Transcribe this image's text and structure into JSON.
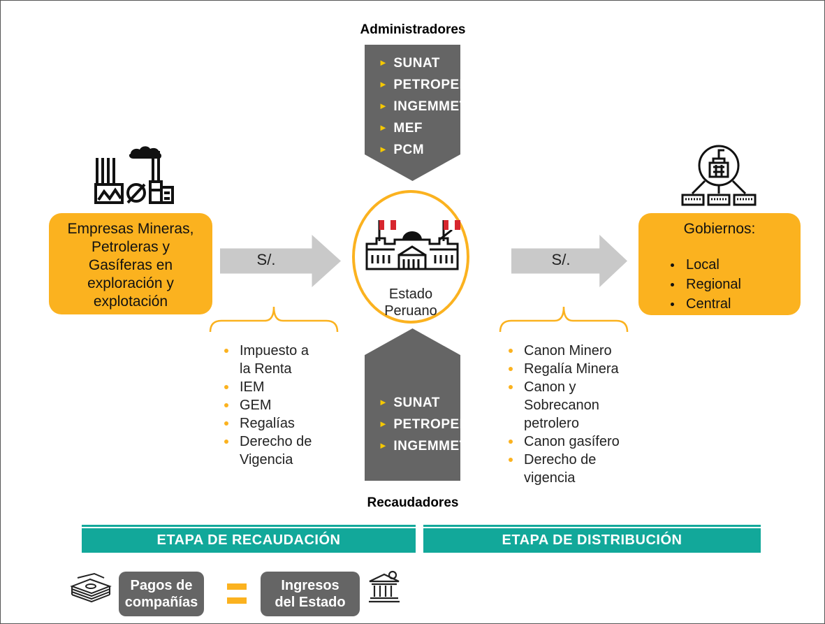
{
  "administradores": {
    "heading": "Administradores",
    "items": [
      "SUNAT",
      "PETROPERÚ",
      "INGEMMET",
      "MEF",
      "PCM"
    ]
  },
  "recaudadores": {
    "heading": "Recaudadores",
    "items": [
      "SUNAT",
      "PETROPERÚ",
      "INGEMMET"
    ]
  },
  "empresas": {
    "lines": [
      "Empresas Mineras,",
      "Petroleras y",
      "Gasíferas en",
      "exploración y",
      "explotación"
    ]
  },
  "estado": {
    "lines": [
      "Estado",
      "Peruano"
    ]
  },
  "gobiernos": {
    "title": "Gobiernos:",
    "items": [
      "Local",
      "Regional",
      "Central"
    ]
  },
  "arrows": {
    "left_label": "S/.",
    "right_label": "S/."
  },
  "recaudacion_items": [
    [
      "Impuesto a",
      "la Renta"
    ],
    [
      "IEM"
    ],
    [
      "GEM"
    ],
    [
      "Regalías"
    ],
    [
      "Derecho de",
      "Vigencia"
    ]
  ],
  "distribucion_items": [
    [
      "Canon Minero"
    ],
    [
      "Regalía Minera"
    ],
    [
      "Canon y",
      "Sobrecanon",
      "petrolero"
    ],
    [
      "Canon gasífero"
    ],
    [
      "Derecho de",
      "vigencia"
    ]
  ],
  "stages": {
    "recaudacion": "ETAPA DE RECAUDACIÓN",
    "distribucion": "ETAPA DE DISTRIBUCIÓN"
  },
  "equation": {
    "left": [
      "Pagos de",
      "compañías"
    ],
    "right": [
      "Ingresos",
      "del Estado"
    ]
  },
  "colors": {
    "orange": "#fbb21f",
    "dark_gray": "#656565",
    "light_gray": "#c9c9c9",
    "teal": "#12a89a",
    "yellow_marker": "#f5c800",
    "flag_red": "#d7262e"
  },
  "icons": [
    "factory-icon",
    "parliament-icon",
    "government-network-icon",
    "money-stack-icon",
    "bank-icon"
  ]
}
